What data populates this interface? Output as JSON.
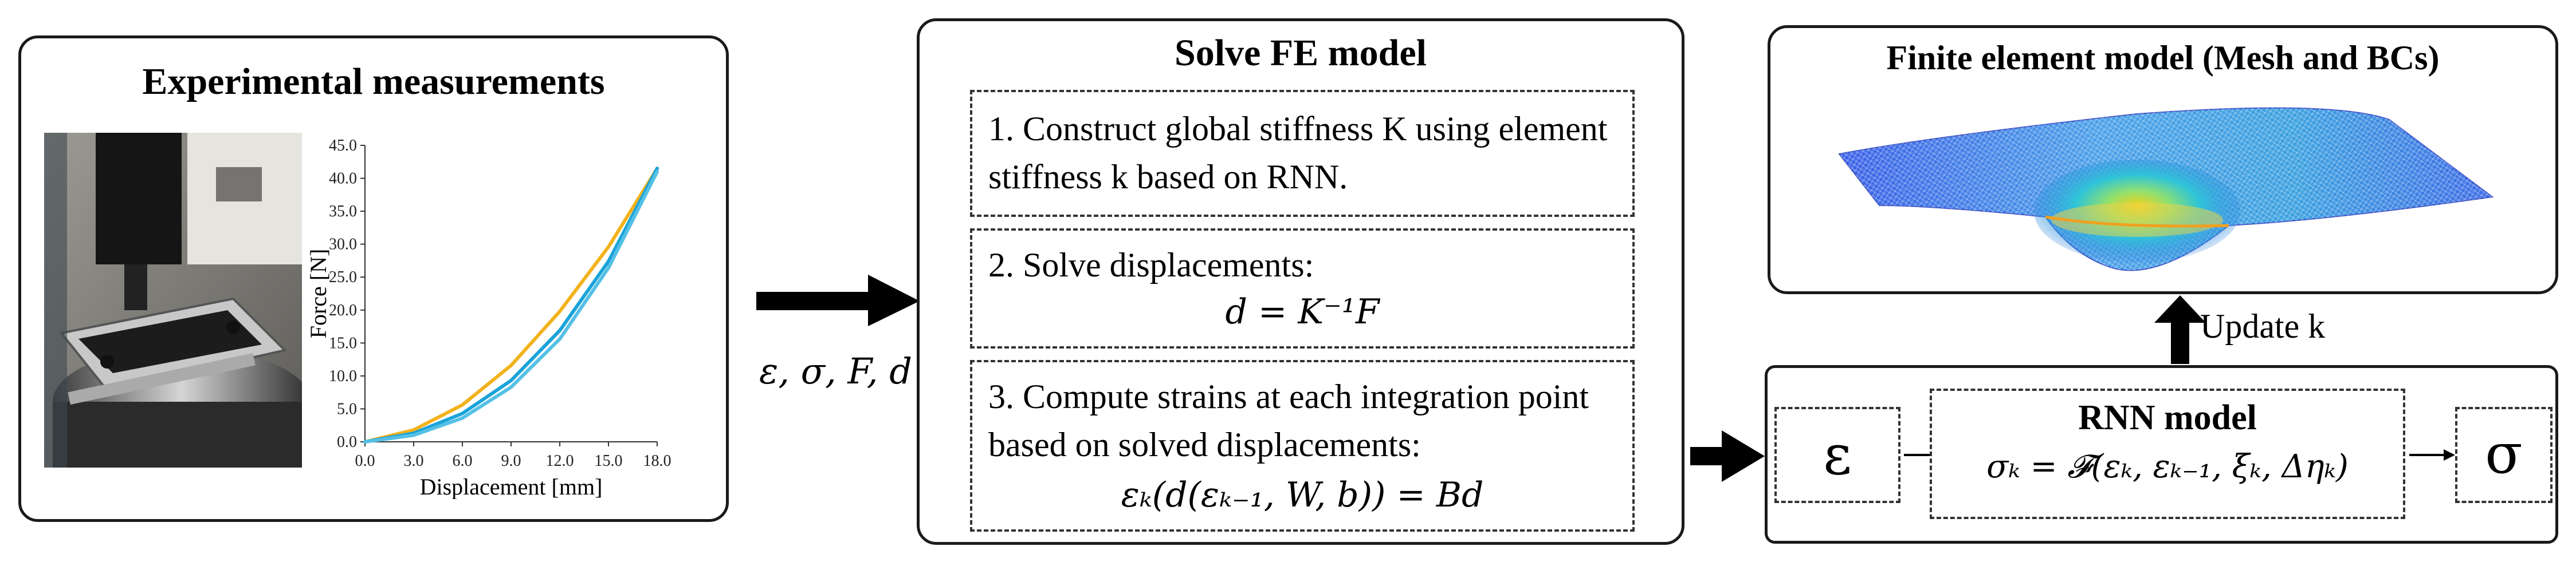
{
  "experimental": {
    "title": "Experimental measurements",
    "chart_data": {
      "type": "line",
      "xlabel": "Displacement [mm]",
      "ylabel": "Force [N]",
      "xlim": [
        0,
        18
      ],
      "ylim": [
        0,
        45
      ],
      "x_ticks": [
        "0.0",
        "3.0",
        "6.0",
        "9.0",
        "12.0",
        "15.0",
        "18.0"
      ],
      "y_ticks": [
        "0.0",
        "5.0",
        "10.0",
        "15.0",
        "20.0",
        "25.0",
        "30.0",
        "35.0",
        "40.0",
        "45.0"
      ],
      "grid": false,
      "series": [
        {
          "color": "#f2b21b",
          "x": [
            0,
            3,
            6,
            9,
            12,
            15,
            18
          ],
          "y": [
            0,
            1.8,
            5.6,
            11.6,
            19.8,
            29.6,
            41.5
          ]
        },
        {
          "color": "#1aa3d9",
          "x": [
            0,
            3,
            6,
            9,
            12,
            15,
            18
          ],
          "y": [
            0,
            1.3,
            4.3,
            9.3,
            16.9,
            27.4,
            41.5
          ]
        },
        {
          "color": "#55c0e6",
          "x": [
            0,
            3,
            6,
            9,
            12,
            15,
            18
          ],
          "y": [
            0,
            1.0,
            3.6,
            8.3,
            15.6,
            26.4,
            41.0
          ]
        }
      ]
    }
  },
  "arrow_label": "ε, σ, F, d",
  "solve": {
    "title": "Solve FE model",
    "step1": "1. Construct global stiffness K using element stiffness k based on RNN.",
    "step2": "2. Solve displacements:",
    "step2_eq": "d = K⁻¹F",
    "step3": "3. Compute strains at each integration point based on solved displacements:",
    "step3_eq": "εₖ(d(εₖ₋₁, W, b)) = Bd"
  },
  "fem": {
    "title": "Finite element model (Mesh and BCs)"
  },
  "update_label": "Update k",
  "rnn": {
    "input": "ε",
    "title": "RNN model",
    "equation": "σₖ = 𝓕(εₖ, εₖ₋₁, ξₖ, Δηₖ)",
    "output": "σ"
  }
}
